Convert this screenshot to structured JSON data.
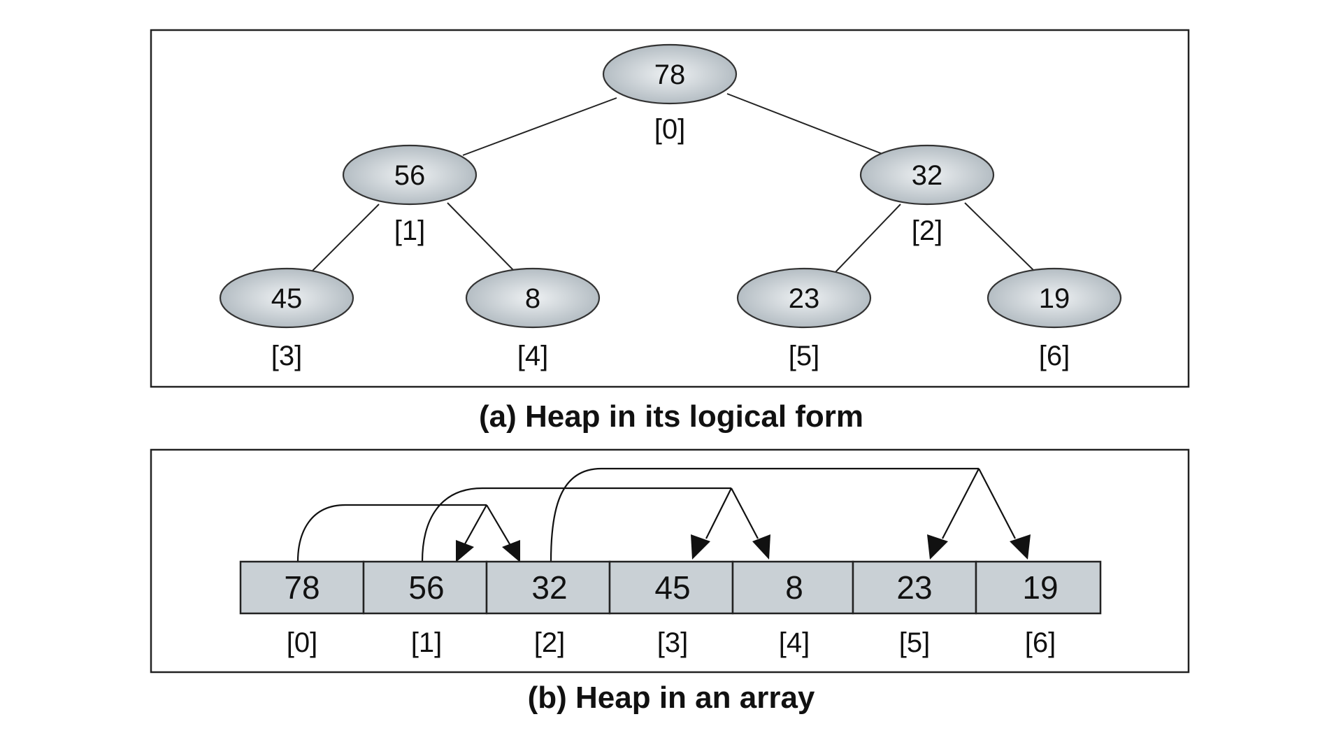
{
  "tree": {
    "caption": "(a) Heap in its logical form",
    "nodes": [
      {
        "value": "78",
        "index": "[0]"
      },
      {
        "value": "56",
        "index": "[1]"
      },
      {
        "value": "32",
        "index": "[2]"
      },
      {
        "value": "45",
        "index": "[3]"
      },
      {
        "value": "8",
        "index": "[4]"
      },
      {
        "value": "23",
        "index": "[5]"
      },
      {
        "value": "19",
        "index": "[6]"
      }
    ]
  },
  "array": {
    "caption": "(b) Heap in an array",
    "cells": [
      {
        "value": "78",
        "index": "[0]"
      },
      {
        "value": "56",
        "index": "[1]"
      },
      {
        "value": "32",
        "index": "[2]"
      },
      {
        "value": "45",
        "index": "[3]"
      },
      {
        "value": "8",
        "index": "[4]"
      },
      {
        "value": "23",
        "index": "[5]"
      },
      {
        "value": "19",
        "index": "[6]"
      }
    ]
  },
  "colors": {
    "node_fill_center": "#eef1f3",
    "node_fill_edge": "#a9b3ba",
    "cell_fill": "#c9d0d5"
  }
}
